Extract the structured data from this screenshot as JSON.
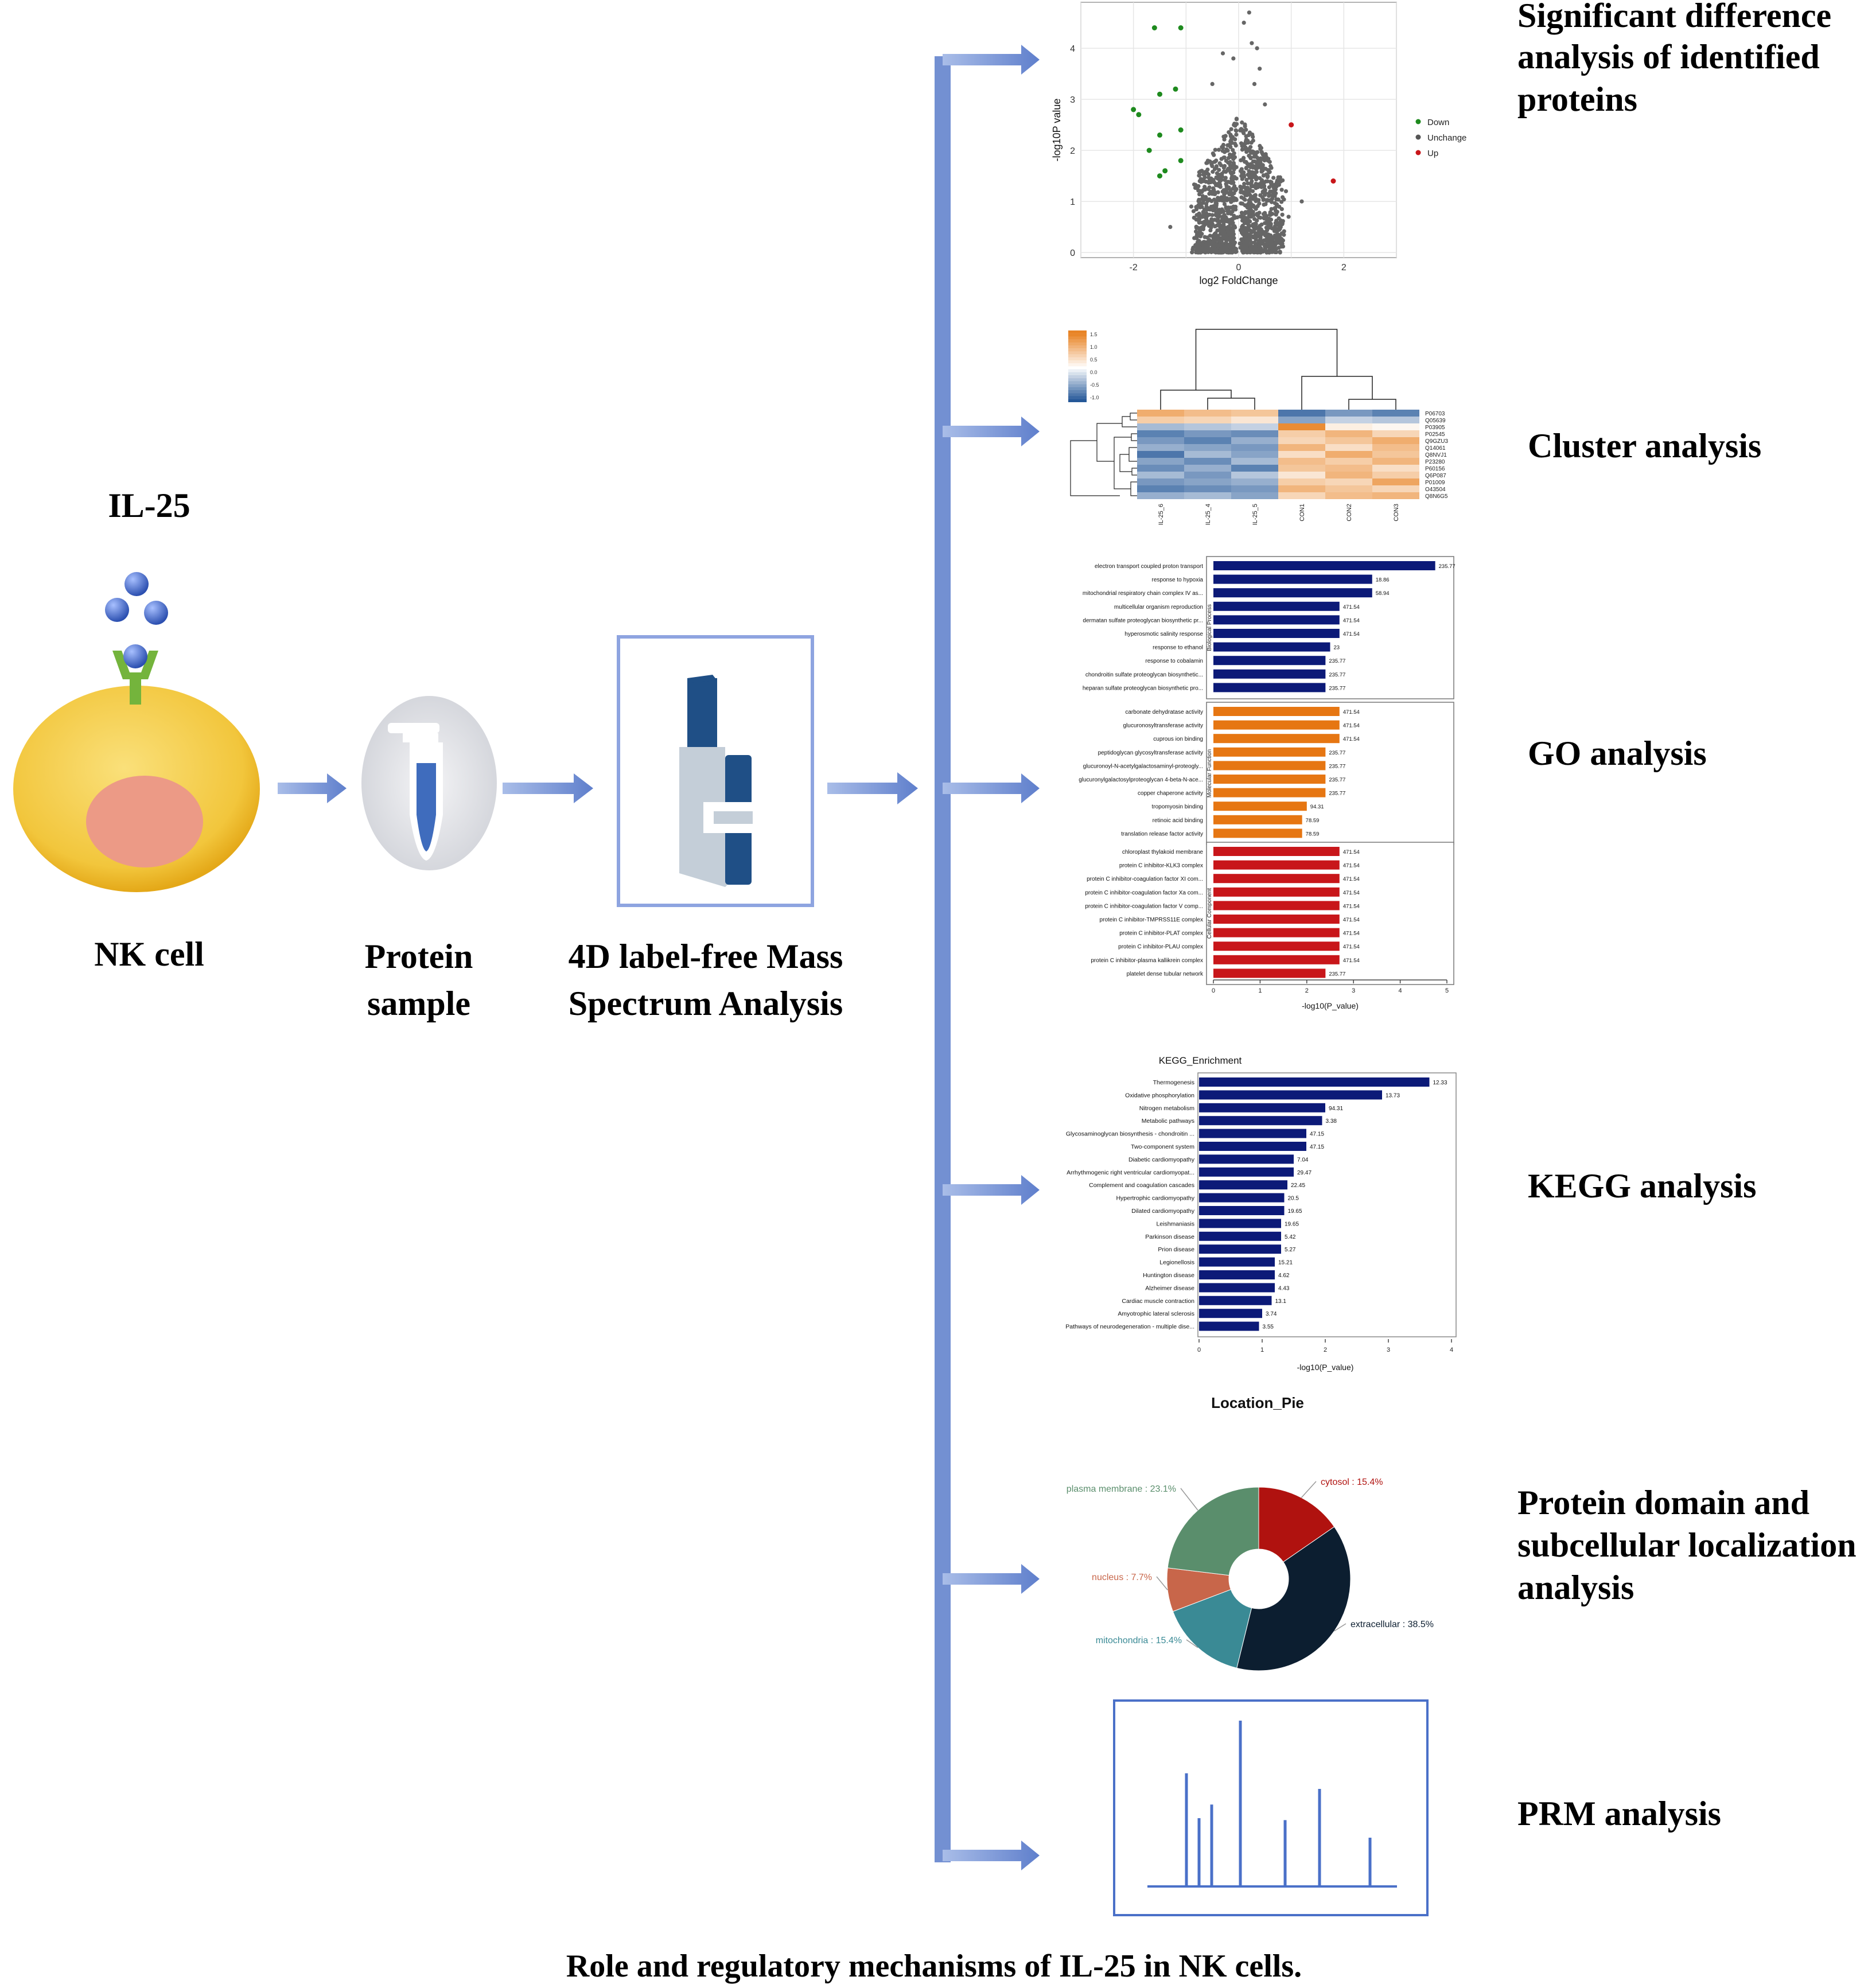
{
  "workflow": {
    "il25_label": "IL-25",
    "nk_cell_label": "NK cell",
    "protein_sample_line1": "Protein",
    "protein_sample_line2": "sample",
    "ms_line1": "4D label-free Mass",
    "ms_line2": "Spectrum Analysis"
  },
  "analyses": {
    "significant_line1": "Significant difference",
    "significant_line2": "analysis of identified",
    "significant_line3": "proteins",
    "cluster": "Cluster analysis",
    "go": "GO analysis",
    "kegg": "KEGG analysis",
    "domain_line1": "Protein domain and",
    "domain_line2": "subcellular localization",
    "domain_line3": "analysis",
    "prm": "PRM analysis"
  },
  "caption": "Role and regulatory mechanisms of IL-25 in NK cells.",
  "colors": {
    "arrow": "#7390d2",
    "cell": "#f2c63c",
    "nucleus": "#ec9a86",
    "receptor": "#74b43c",
    "ligand": "#3f63c4",
    "bp": "#0c1a78",
    "mf": "#e67612",
    "cc": "#c8161a"
  },
  "chart_data": [
    {
      "type": "scatter",
      "name": "volcano",
      "xlabel": "log2 FoldChange",
      "ylabel": "-log10P value",
      "xlim": [
        -3,
        3
      ],
      "ylim": [
        -0.1,
        4.9
      ],
      "xticks": [
        "-2",
        "0",
        "2"
      ],
      "yticks": [
        "0",
        "1",
        "2",
        "3",
        "4"
      ],
      "legend": [
        "Down",
        "Unchange",
        "Up"
      ],
      "legend_colors": [
        "#1e8a1e",
        "#555555",
        "#c8161a"
      ],
      "down": [
        [
          -1.6,
          4.4
        ],
        [
          -1.1,
          4.4
        ],
        [
          -1.5,
          3.1
        ],
        [
          -2.0,
          2.8
        ],
        [
          -1.9,
          2.7
        ],
        [
          -1.5,
          2.3
        ],
        [
          -1.1,
          2.4
        ],
        [
          -1.7,
          2.0
        ],
        [
          -1.4,
          1.6
        ],
        [
          -1.1,
          1.8
        ],
        [
          -1.5,
          1.5
        ],
        [
          -1.2,
          3.2
        ]
      ],
      "up": [
        [
          1.0,
          2.5
        ],
        [
          1.8,
          1.4
        ]
      ]
    },
    {
      "type": "heatmap",
      "name": "cluster",
      "legend_ticks": [
        "1.5",
        "1.0",
        "0.5",
        "0.0",
        "-0.5",
        "-1.0"
      ],
      "columns": [
        "IL-25_6",
        "IL-25_4",
        "IL-25_5",
        "CON1",
        "CON2",
        "CON3"
      ],
      "rows": [
        "P06703",
        "Q05639",
        "P03905",
        "P02545",
        "Q9GZU3",
        "Q14061",
        "Q8NVJ1",
        "P23280",
        "P60156",
        "Q6P087",
        "P01009",
        "O43504",
        "Q8N6G5"
      ],
      "values": [
        [
          1.0,
          0.8,
          0.7,
          -1.2,
          -0.9,
          -1.1
        ],
        [
          0.6,
          0.5,
          0.3,
          -0.8,
          -0.4,
          -0.5
        ],
        [
          -0.6,
          -0.5,
          -0.4,
          1.4,
          0.2,
          0.1
        ],
        [
          -1.1,
          -0.9,
          -1.0,
          0.6,
          0.9,
          0.5
        ],
        [
          -0.9,
          -1.1,
          -0.7,
          0.5,
          0.7,
          1.0
        ],
        [
          -0.7,
          -0.8,
          -0.9,
          0.9,
          0.4,
          0.8
        ],
        [
          -1.2,
          -0.6,
          -0.8,
          0.4,
          1.0,
          0.7
        ],
        [
          -0.8,
          -1.0,
          -0.6,
          0.8,
          0.6,
          0.9
        ],
        [
          -1.0,
          -0.7,
          -1.1,
          0.7,
          0.8,
          0.4
        ],
        [
          -0.6,
          -0.9,
          -0.5,
          0.3,
          0.9,
          0.6
        ],
        [
          -0.9,
          -0.8,
          -0.7,
          0.6,
          0.5,
          1.1
        ],
        [
          -1.1,
          -1.0,
          -0.9,
          0.9,
          0.7,
          0.5
        ],
        [
          -0.7,
          -0.6,
          -0.8,
          0.5,
          0.8,
          0.9
        ]
      ]
    },
    {
      "type": "bar",
      "name": "go",
      "xlabel": "-log10(P_value)",
      "xlim": [
        0,
        5
      ],
      "xticks": [
        "0",
        "1",
        "2",
        "3",
        "4",
        "5"
      ],
      "groups": [
        {
          "name": "Biological Process",
          "color": "#0c1a78",
          "categories": [
            "electron transport coupled proton transport",
            "response to hypoxia",
            "mitochondrial respiratory chain complex IV as...",
            "multicellular organism reproduction",
            "dermatan sulfate proteoglycan biosynthetic pr...",
            "hyperosmotic salinity response",
            "response to ethanol",
            "response to cobalamin",
            "chondroitin sulfate proteoglycan biosynthetic...",
            "heparan sulfate proteoglycan biosynthetic pro..."
          ],
          "values": [
            4.75,
            3.4,
            3.4,
            2.7,
            2.7,
            2.7,
            2.5,
            2.4,
            2.4,
            2.4
          ],
          "labels": [
            "235.77",
            "18.86",
            "58.94",
            "471.54",
            "471.54",
            "471.54",
            "23",
            "235.77",
            "235.77",
            "235.77"
          ]
        },
        {
          "name": "Molecular Function",
          "color": "#e67612",
          "categories": [
            "carbonate dehydratase activity",
            "glucuronosyltransferase activity",
            "cuprous ion binding",
            "peptidoglycan glycosyltransferase activity",
            "glucuronoyl-N-acetylgalactosaminyl-proteogly...",
            "glucuronylgalactosylproteoglycan 4-beta-N-ace...",
            "copper chaperone activity",
            "tropomyosin binding",
            "retinoic acid binding",
            "translation release factor activity"
          ],
          "values": [
            2.7,
            2.7,
            2.7,
            2.4,
            2.4,
            2.4,
            2.4,
            2.0,
            1.9,
            1.9
          ],
          "labels": [
            "471.54",
            "471.54",
            "471.54",
            "235.77",
            "235.77",
            "235.77",
            "235.77",
            "94.31",
            "78.59",
            "78.59"
          ]
        },
        {
          "name": "Cellular Component",
          "color": "#c8161a",
          "categories": [
            "chloroplast thylakoid membrane",
            "protein C inhibitor-KLK3 complex",
            "protein C inhibitor-coagulation factor XI com...",
            "protein C inhibitor-coagulation factor Xa com...",
            "protein C inhibitor-coagulation factor V comp...",
            "protein C inhibitor-TMPRSS11E complex",
            "protein C inhibitor-PLAT complex",
            "protein C inhibitor-PLAU complex",
            "protein C inhibitor-plasma kallikrein complex",
            "platelet dense tubular network"
          ],
          "values": [
            2.7,
            2.7,
            2.7,
            2.7,
            2.7,
            2.7,
            2.7,
            2.7,
            2.7,
            2.4
          ],
          "labels": [
            "471.54",
            "471.54",
            "471.54",
            "471.54",
            "471.54",
            "471.54",
            "471.54",
            "471.54",
            "471.54",
            "235.77"
          ]
        }
      ]
    },
    {
      "type": "bar",
      "name": "kegg",
      "title": "KEGG_Enrichment",
      "xlabel": "-log10(P_value)",
      "xlim": [
        0,
        4
      ],
      "xticks": [
        "0",
        "1",
        "2",
        "3",
        "4"
      ],
      "color": "#0c1a78",
      "categories": [
        "Thermogenesis",
        "Oxidative phosphorylation",
        "Nitrogen metabolism",
        "Metabolic pathways",
        "Glycosaminoglycan biosynthesis - chondroitin ...",
        "Two-component system",
        "Diabetic cardiomyopathy",
        "Arrhythmogenic right ventricular cardiomyopat...",
        "Complement and coagulation cascades",
        "Hypertrophic cardiomyopathy",
        "Dilated cardiomyopathy",
        "Leishmaniasis",
        "Parkinson disease",
        "Prion disease",
        "Legionellosis",
        "Huntington disease",
        "Alzheimer disease",
        "Cardiac muscle contraction",
        "Amyotrophic lateral sclerosis",
        "Pathways of neurodegeneration - multiple dise..."
      ],
      "values": [
        3.65,
        2.9,
        2.0,
        1.95,
        1.7,
        1.7,
        1.5,
        1.5,
        1.4,
        1.35,
        1.35,
        1.3,
        1.3,
        1.3,
        1.2,
        1.2,
        1.2,
        1.15,
        1.0,
        0.95
      ],
      "labels": [
        "12.33",
        "13.73",
        "94.31",
        "3.38",
        "47.15",
        "47.15",
        "7.04",
        "29.47",
        "22.45",
        "20.5",
        "19.65",
        "19.65",
        "5.42",
        "5.27",
        "15.21",
        "4.62",
        "4.43",
        "13.1",
        "3.74",
        "3.55"
      ]
    },
    {
      "type": "pie",
      "name": "location",
      "title": "Location_Pie",
      "slices": [
        {
          "label": "cytosol : 15.4%",
          "value": 15.4,
          "color": "#b0120f"
        },
        {
          "label": "extracellular : 38.5%",
          "value": 38.5,
          "color": "#0c1e30"
        },
        {
          "label": "mitochondria : 15.4%",
          "value": 15.4,
          "color": "#3a8a95"
        },
        {
          "label": "nucleus : 7.7%",
          "value": 7.7,
          "color": "#c8664a"
        },
        {
          "label": "plasma membrane : 23.1%",
          "value": 23.1,
          "color": "#5a8e6c"
        }
      ]
    },
    {
      "type": "line",
      "name": "prm_spectrum",
      "peaks": [
        0.58,
        0.35,
        0.42,
        0.85,
        0.34,
        0.5,
        0.25
      ]
    }
  ]
}
